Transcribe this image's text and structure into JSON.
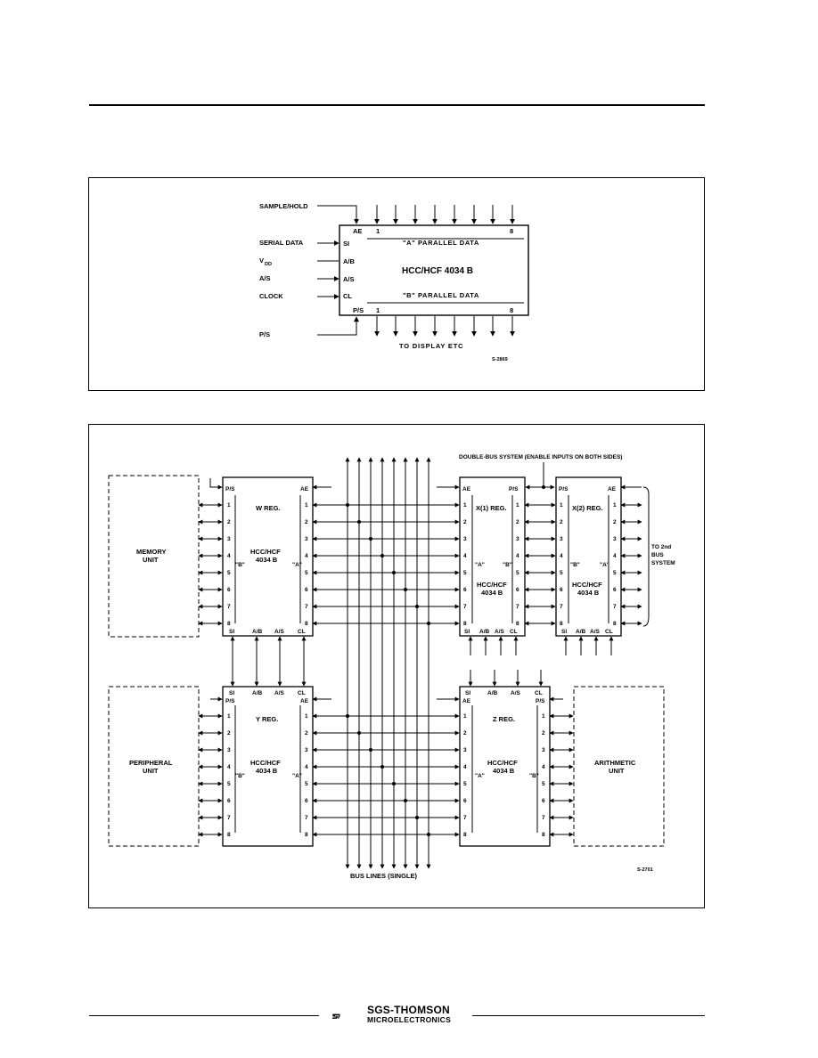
{
  "figure1": {
    "chip_label": "HCC/HCF 4034 B",
    "pin_ae": "AE",
    "pin_si": "SI",
    "pin_ab": "A/B",
    "pin_as": "A/S",
    "pin_cl": "CL",
    "pin_ps": "P/S",
    "bit_first": "1",
    "bit_last": "8",
    "a_data_label": "\"A\" PARALLEL DATA",
    "b_data_label": "\"B\" PARALLEL DATA",
    "input_sample_hold": "SAMPLE/HOLD",
    "input_serial_data": "SERIAL DATA",
    "input_vdd": "V",
    "input_vdd_sub": "DD",
    "input_as": "A/S",
    "input_clock": "CLOCK",
    "input_ps": "P/S",
    "output_label": "TO DISPLAY ETC",
    "fig_code": "S-2869"
  },
  "figure2": {
    "double_bus_label": "DOUBLE-BUS SYSTEM (ENABLE INPUTS ON BOTH SIDES)",
    "bus_lines_label": "BUS LINES (SINGLE)",
    "fig_code": "S-2701",
    "to_second_bus": [
      "TO 2nd",
      "BUS",
      "SYSTEM"
    ],
    "memory_unit": [
      "MEMORY",
      "UNIT"
    ],
    "peripheral_unit": [
      "PERIPHERAL",
      "UNIT"
    ],
    "arithmetic_unit": [
      "ARITHMETIC",
      "UNIT"
    ],
    "chip_part": [
      "HCC/HCF",
      "4034 B"
    ],
    "registers": {
      "w": "W REG.",
      "x1": "X(1) REG.",
      "x2": "X(2) REG.",
      "y": "Y REG.",
      "z": "Z REG."
    },
    "pins": [
      "1",
      "2",
      "3",
      "4",
      "5",
      "6",
      "7",
      "8"
    ],
    "pin_labels": {
      "ps": "P/S",
      "ae": "AE",
      "si": "SI",
      "ab": "A/B",
      "as": "A/S",
      "cl": "CL",
      "a": "\"A\"",
      "b": "\"B\""
    }
  },
  "footer": {
    "brand": "SGS-THOMSON",
    "brand_sub": "MICROELECTRONICS"
  }
}
